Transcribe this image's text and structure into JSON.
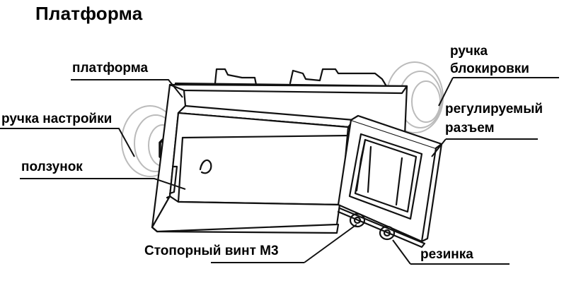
{
  "title": "Платформа",
  "labels": {
    "platform": "платформа",
    "adjust_knob": "ручка настройки",
    "slider": "ползунок",
    "lock_knob_line1": "ручка",
    "lock_knob_line2": "блокировки",
    "adjustable_slot_line1": "регулируемый",
    "adjustable_slot_line2": "разъем",
    "set_screw": "Стопорный винт М3",
    "rubber": "резинка"
  }
}
